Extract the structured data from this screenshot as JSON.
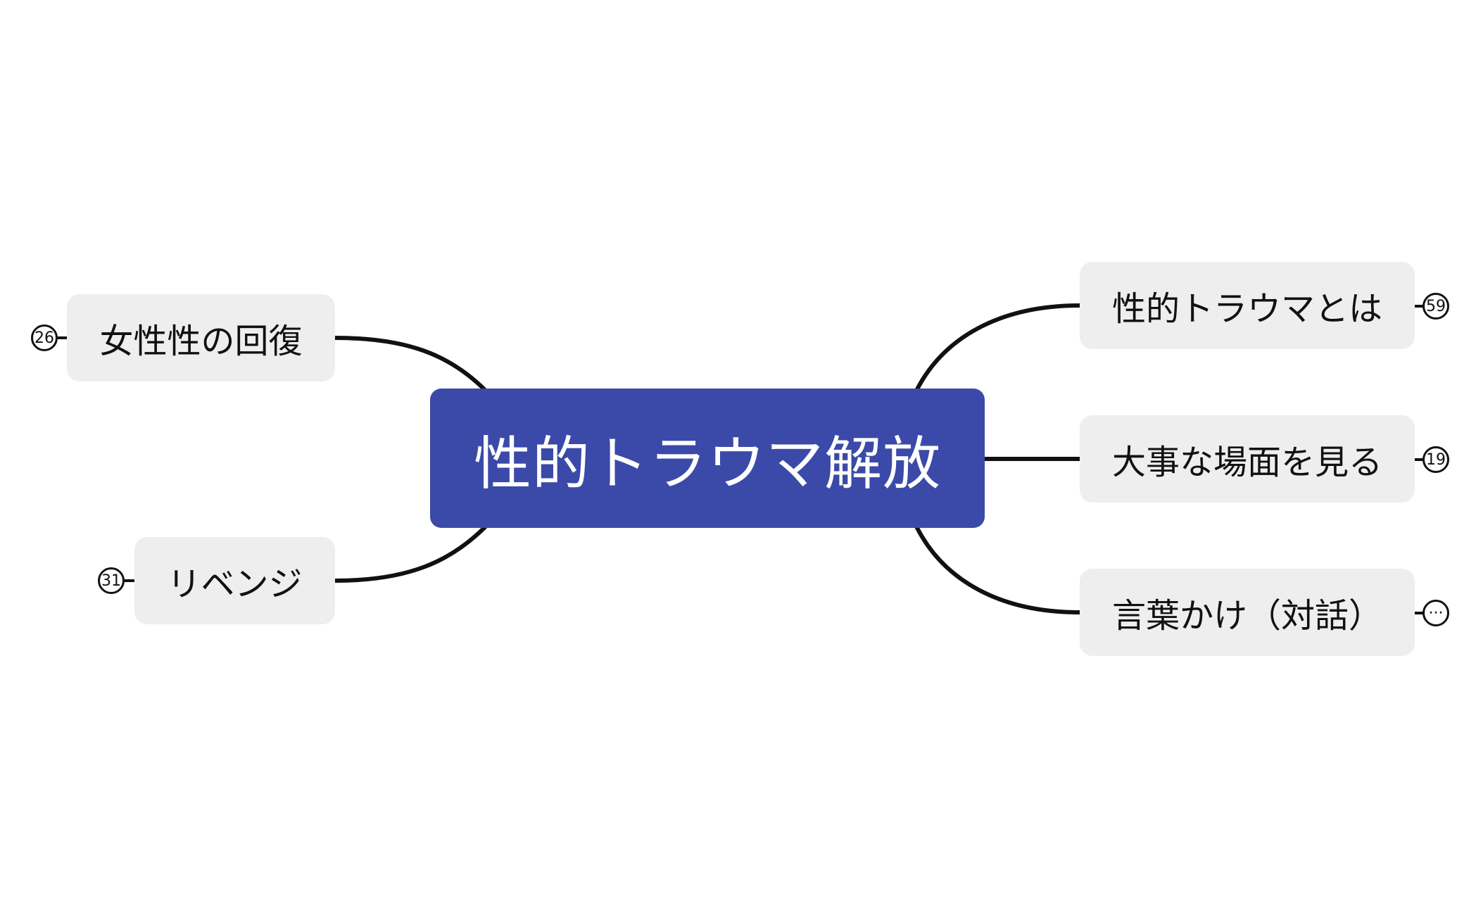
{
  "colors": {
    "central_fill": "#3b4aa8",
    "topic_fill": "#eeeeee",
    "line": "#111111"
  },
  "central_topic": {
    "label": "性的トラウマ解放"
  },
  "left_topics": [
    {
      "label": "女性性の回復",
      "collapsed_count": "26"
    },
    {
      "label": "リベンジ",
      "collapsed_count": "31"
    }
  ],
  "right_topics": [
    {
      "label": "性的トラウマとは",
      "collapsed_count": "59"
    },
    {
      "label": "大事な場面を見る",
      "collapsed_count": "19"
    },
    {
      "label": "言葉かけ（対話）",
      "collapsed_count": "···"
    }
  ]
}
